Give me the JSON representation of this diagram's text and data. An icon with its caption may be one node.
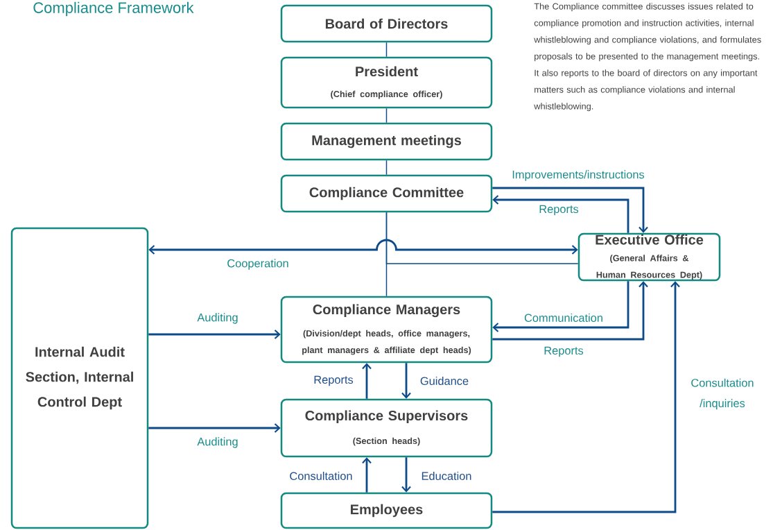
{
  "diagram": {
    "title": "Compliance Framework",
    "nodes": [
      {
        "text": [
          "Board of Directors"
        ]
      },
      {
        "text": [
          "President",
          "(Chief compliance officer)"
        ]
      },
      {
        "text": [
          "Management meetings"
        ]
      },
      {
        "text": [
          "Compliance Committee"
        ]
      },
      {
        "text": [
          "Executive Office",
          "(General Affairs & Human Resources Dept)"
        ]
      },
      {
        "text": [
          "Internal Audit Section, Internal Control Dept"
        ]
      },
      {
        "text": [
          "Compliance Managers",
          "(Division/dept heads, office managers, plant managers & affiliate dept heads)"
        ]
      },
      {
        "text": [
          "Compliance Supervisors",
          "(Section heads)"
        ]
      },
      {
        "text": [
          "Employees"
        ]
      }
    ],
    "edges": [
      {
        "from": 0,
        "to": 1,
        "arrow": "none"
      },
      {
        "from": 1,
        "to": 2,
        "arrow": "none"
      },
      {
        "from": 2,
        "to": 3,
        "arrow": "none"
      },
      {
        "from": 3,
        "to": 6,
        "arrow": "none"
      },
      {
        "from": 3,
        "to": 4,
        "arrow": "none"
      },
      {
        "from": 4,
        "to": 5,
        "arrow": "both",
        "label": "Cooperation"
      },
      {
        "from": 3,
        "to": 4,
        "arrow": "to",
        "label": "Improvements/instructions"
      },
      {
        "from": 4,
        "to": 3,
        "arrow": "to",
        "label": "Reports"
      },
      {
        "from": 4,
        "to": 6,
        "arrow": "to",
        "label": "Communication"
      },
      {
        "from": 6,
        "to": 4,
        "arrow": "to",
        "label": "Reports"
      },
      {
        "from": 5,
        "to": 6,
        "arrow": "to",
        "label": "Auditing"
      },
      {
        "from": 5,
        "to": 7,
        "arrow": "to",
        "label": "Auditing"
      },
      {
        "from": 7,
        "to": 6,
        "arrow": "to",
        "label": "Reports"
      },
      {
        "from": 6,
        "to": 7,
        "arrow": "to",
        "label": "Guidance"
      },
      {
        "from": 8,
        "to": 7,
        "arrow": "to",
        "label": "Consultation"
      },
      {
        "from": 7,
        "to": 8,
        "arrow": "to",
        "label": "Education"
      },
      {
        "from": 8,
        "to": 4,
        "arrow": "to",
        "label": "Consultation /inquiries"
      }
    ],
    "labels": [
      "The Compliance committee discusses issues related to compliance promotion and instruction activities, internal whistleblowing and compliance violations, and formulates proposals to be presented to the management meetings. It also reports to the board of directors on any important matters such as compliance violations and internal whistleblowing."
    ]
  }
}
